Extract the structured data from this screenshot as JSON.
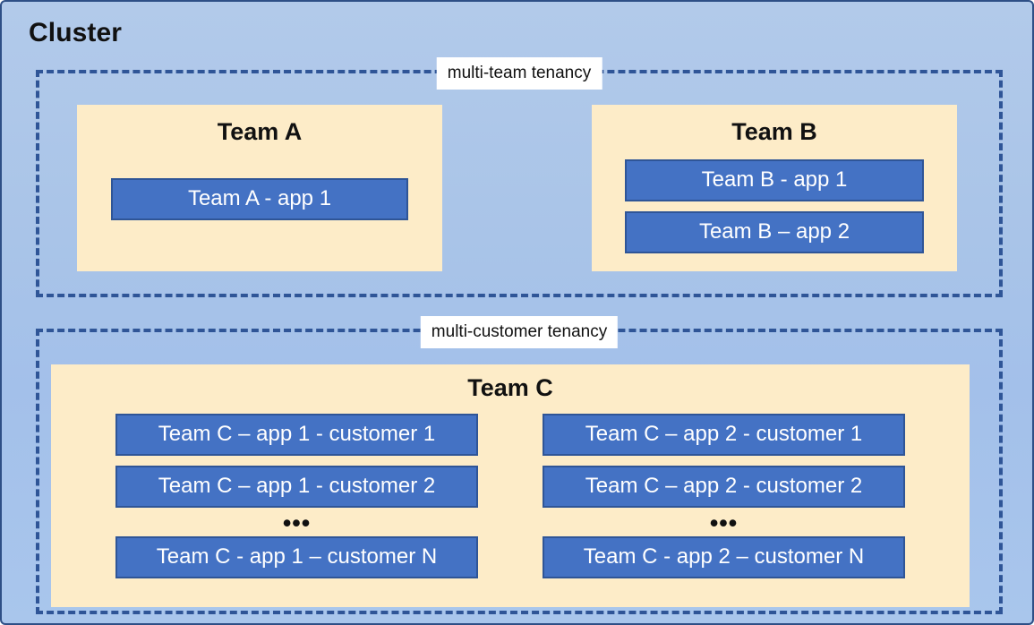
{
  "cluster": {
    "title": "Cluster",
    "background_color": "#a9c4e8",
    "border_color": "#2e4f86"
  },
  "colors": {
    "team_panel": "#fdecc8",
    "app_fill": "#4472c4",
    "app_border": "#2f5597",
    "dash_border": "#2f5597",
    "label_background": "#ffffff",
    "app_text": "#ffffff",
    "heading_text": "#111111"
  },
  "tenancies": [
    {
      "label": "multi-team tenancy",
      "teams": [
        {
          "title": "Team A",
          "apps": [
            "Team A - app 1"
          ]
        },
        {
          "title": "Team B",
          "apps": [
            "Team B - app 1",
            "Team B – app 2"
          ]
        }
      ]
    },
    {
      "label": "multi-customer tenancy",
      "teams": [
        {
          "title": "Team C",
          "columns": [
            {
              "apps_top": [
                "Team C – app 1 - customer 1",
                "Team C – app 1 - customer 2"
              ],
              "ellipsis": "•••",
              "apps_bottom": [
                "Team C - app 1 – customer N"
              ]
            },
            {
              "apps_top": [
                "Team C – app 2 - customer 1",
                "Team C – app 2 - customer 2"
              ],
              "ellipsis": "•••",
              "apps_bottom": [
                "Team C - app 2 – customer N"
              ]
            }
          ]
        }
      ]
    }
  ]
}
